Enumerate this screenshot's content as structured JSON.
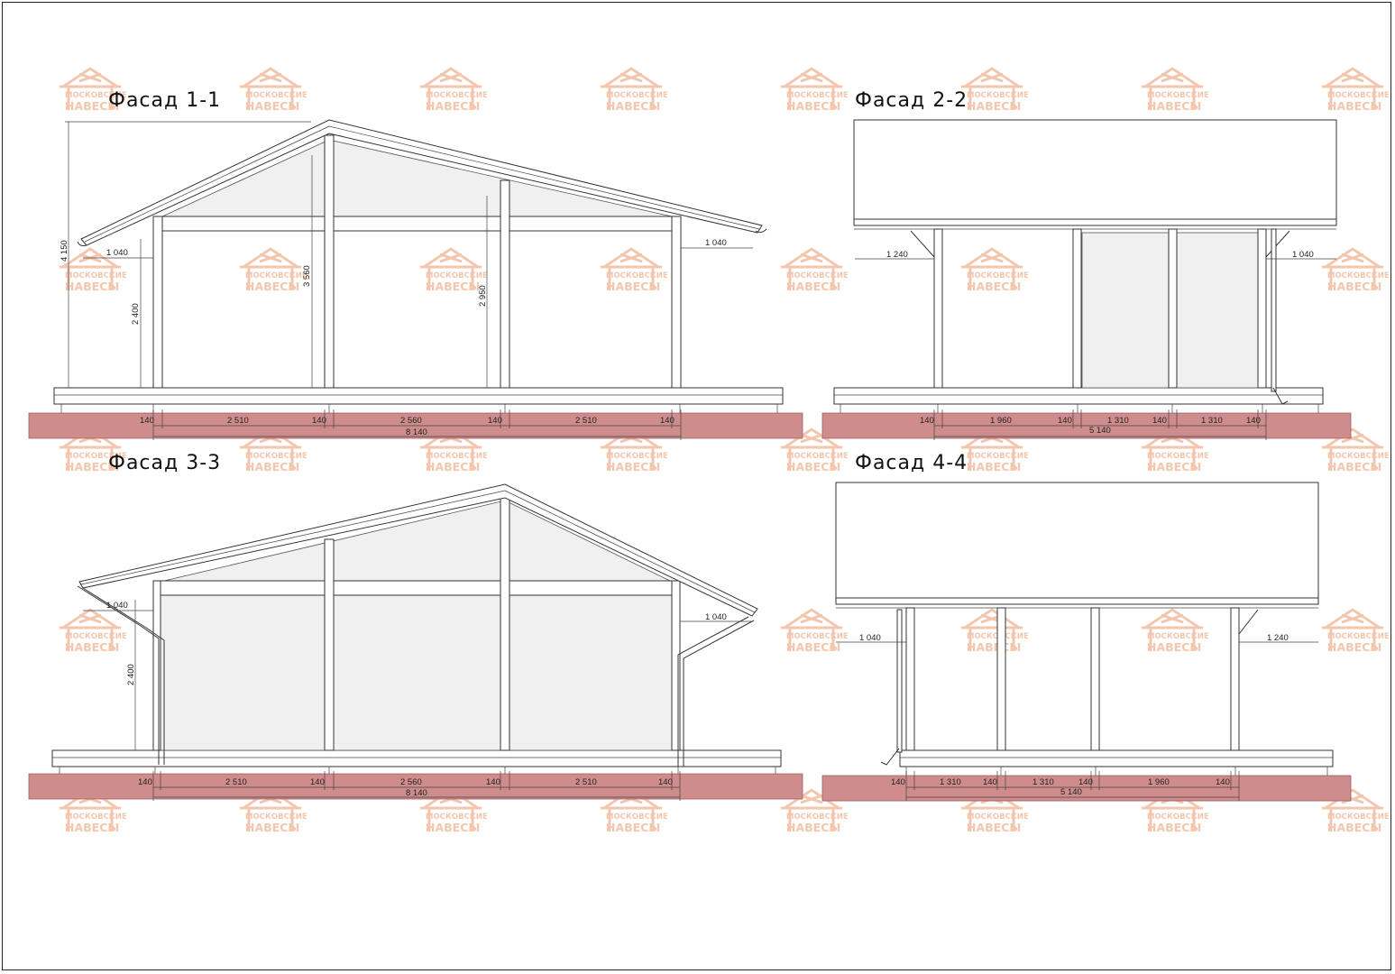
{
  "facades": {
    "f11": {
      "title": "Фасад 1-1",
      "dims": {
        "h_total": "4 150",
        "h_eave": "2 400",
        "h_mid": "3 560",
        "h_right": "2 950",
        "overhang_l": "1 040",
        "overhang_r": "1 040",
        "b1": "140",
        "s1": "2 510",
        "b2": "140",
        "s2": "2 560",
        "b3": "140",
        "s3": "2 510",
        "b4": "140",
        "total": "8 140"
      }
    },
    "f22": {
      "title": "Фасад 2-2",
      "dims": {
        "overhang_l": "1 240",
        "overhang_r": "1 040",
        "b1": "140",
        "s1": "1 960",
        "b2": "140",
        "s2": "1 310",
        "b3": "140",
        "s3": "1 310",
        "b4": "140",
        "total": "5 140"
      }
    },
    "f33": {
      "title": "Фасад 3-3",
      "dims": {
        "h_eave": "2 400",
        "overhang_l": "1 040",
        "overhang_r": "1 040",
        "b1": "140",
        "s1": "2 510",
        "b2": "140",
        "s2": "2 560",
        "b3": "140",
        "s3": "2 510",
        "b4": "140",
        "total": "8 140"
      }
    },
    "f44": {
      "title": "Фасад 4-4",
      "dims": {
        "overhang_l": "1 040",
        "overhang_r": "1 240",
        "b1": "140",
        "s1": "1 310",
        "b2": "140",
        "s2": "1 310",
        "b3": "140",
        "s3": "1 960",
        "b4": "140",
        "total": "5 140"
      }
    }
  },
  "watermark": {
    "line1": "МОСКОВСКИЕ",
    "line2": "НАВЕСЫ"
  },
  "colors": {
    "ground": "#cf8c8c",
    "watermark": "#f3c7ae",
    "panel": "#f0f0f0"
  }
}
